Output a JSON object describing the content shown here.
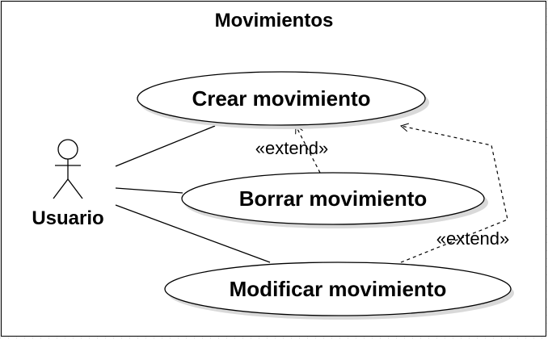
{
  "system": {
    "title": "Movimientos"
  },
  "actor": {
    "name": "Usuario"
  },
  "use_cases": [
    {
      "label": "Crear movimiento"
    },
    {
      "label": "Borrar movimiento"
    },
    {
      "label": "Modificar movimiento"
    }
  ],
  "relations": {
    "extend_borrar_label": "«extend»",
    "extend_modificar_label": "«extend»"
  },
  "colors": {
    "stroke": "#000000",
    "fill": "#ffffff",
    "shadow": "#d9d9d9",
    "background": "#ffffff"
  }
}
